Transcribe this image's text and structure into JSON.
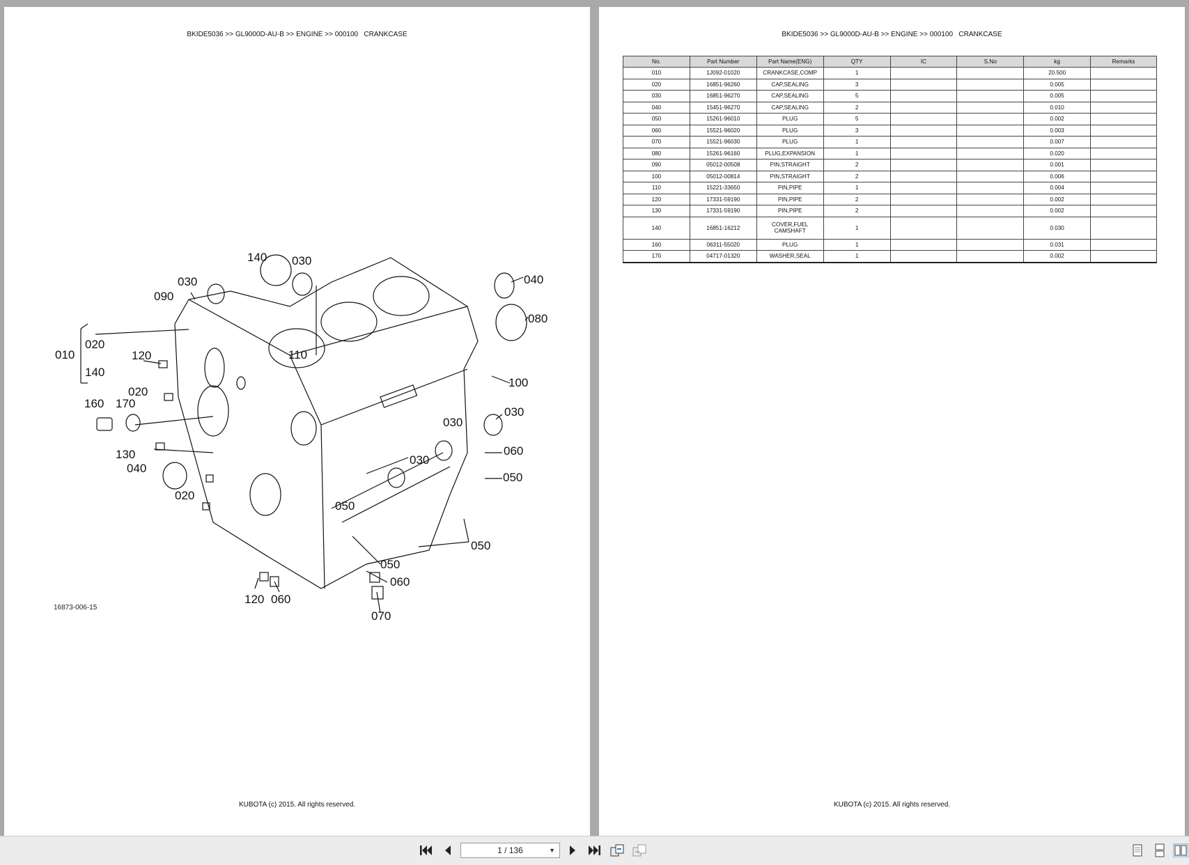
{
  "left_page": {
    "header": "BKIDE5036 >> GL9000D-AU-B >> ENGINE >> 000100   CRANKCASE",
    "diagram_code": "16873-006-15",
    "callouts": [
      "140",
      "030",
      "030",
      "090",
      "040",
      "080",
      "010",
      "020",
      "140",
      "120",
      "110",
      "100",
      "160",
      "170",
      "020",
      "030",
      "030",
      "060",
      "130",
      "040",
      "030",
      "050",
      "020",
      "050",
      "050",
      "050",
      "060",
      "120",
      "060",
      "070"
    ],
    "footer": "KUBOTA (c) 2015. All rights reserved."
  },
  "right_page": {
    "header": "BKIDE5036 >> GL9000D-AU-B >> ENGINE >> 000100   CRANKCASE",
    "footer": "KUBOTA (c) 2015. All rights reserved.",
    "table": {
      "headers": [
        "No.",
        "Part Number",
        "Part Name(ENG)",
        "QTY",
        "IC",
        "S.No",
        "kg",
        "Remarks"
      ],
      "rows": [
        [
          "010",
          "1J092-01020",
          "CRANKCASE,COMP",
          "1",
          "",
          "",
          "20.500",
          ""
        ],
        [
          "020",
          "16851-96260",
          "CAP,SEALING",
          "3",
          "",
          "",
          "0.005",
          ""
        ],
        [
          "030",
          "16851-96270",
          "CAP,SEALING",
          "5",
          "",
          "",
          "0.005",
          ""
        ],
        [
          "040",
          "15451-96270",
          "CAP,SEALING",
          "2",
          "",
          "",
          "0.010",
          ""
        ],
        [
          "050",
          "15261-96010",
          "PLUG",
          "5",
          "",
          "",
          "0.002",
          ""
        ],
        [
          "060",
          "15521-96020",
          "PLUG",
          "3",
          "",
          "",
          "0.003",
          ""
        ],
        [
          "070",
          "15521-96030",
          "PLUG",
          "1",
          "",
          "",
          "0.007",
          ""
        ],
        [
          "080",
          "15261-96160",
          "PLUG,EXPANSION",
          "1",
          "",
          "",
          "0.020",
          ""
        ],
        [
          "090",
          "05012-00508",
          "PIN,STRAIGHT",
          "2",
          "",
          "",
          "0.001",
          ""
        ],
        [
          "100",
          "05012-00814",
          "PIN,STRAIGHT",
          "2",
          "",
          "",
          "0.006",
          ""
        ],
        [
          "110",
          "15221-33650",
          "PIN,PIPE",
          "1",
          "",
          "",
          "0.004",
          ""
        ],
        [
          "120",
          "17331-59190",
          "PIN,PIPE",
          "2",
          "",
          "",
          "0.002",
          ""
        ],
        [
          "130",
          "17331-59190",
          "PIN,PIPE",
          "2",
          "",
          "",
          "0.002",
          ""
        ],
        [
          "140",
          "16851-16212",
          "COVER,FUEL CAMSHAFT",
          "1",
          "",
          "",
          "0.030",
          ""
        ],
        [
          "160",
          "06311-55020",
          "PLUG",
          "1",
          "",
          "",
          "0.031",
          ""
        ],
        [
          "170",
          "04717-01320",
          "WASHER,SEAL",
          "1",
          "",
          "",
          "0.002",
          ""
        ]
      ]
    }
  },
  "toolbar": {
    "page_indicator": "1 / 136",
    "icons": [
      "first-page-icon",
      "prev-page-icon",
      "next-page-icon",
      "last-page-icon",
      "page-layout-icon",
      "page-layout-alt-icon",
      "single-page-view-icon",
      "continuous-view-icon",
      "two-page-view-icon"
    ]
  }
}
